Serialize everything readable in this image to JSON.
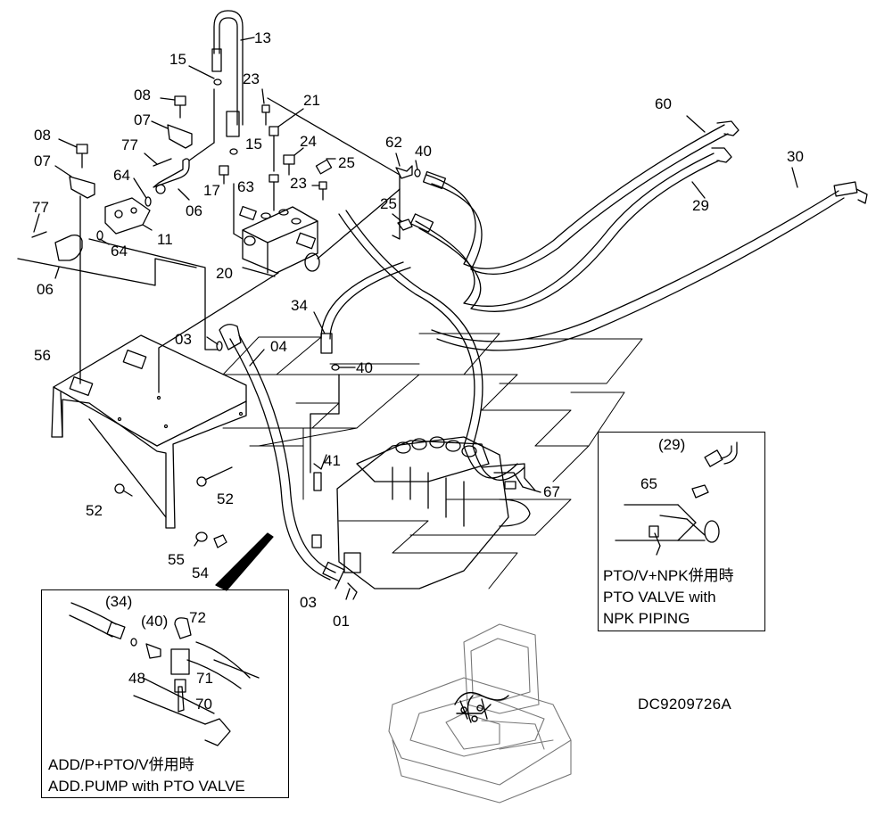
{
  "drawing_code": "DC9209726A",
  "callouts": [
    {
      "id": "c13",
      "text": "13"
    },
    {
      "id": "c15a",
      "text": "15"
    },
    {
      "id": "c08a",
      "text": "08"
    },
    {
      "id": "c07a",
      "text": "07"
    },
    {
      "id": "c08b",
      "text": "08"
    },
    {
      "id": "c07b",
      "text": "07"
    },
    {
      "id": "c77a",
      "text": "77"
    },
    {
      "id": "c77b",
      "text": "77"
    },
    {
      "id": "c64a",
      "text": "64"
    },
    {
      "id": "c64b",
      "text": "64"
    },
    {
      "id": "c06a",
      "text": "06"
    },
    {
      "id": "c06b",
      "text": "06"
    },
    {
      "id": "c11",
      "text": "11"
    },
    {
      "id": "c23a",
      "text": "23"
    },
    {
      "id": "c21",
      "text": "21"
    },
    {
      "id": "c15b",
      "text": "15"
    },
    {
      "id": "c17",
      "text": "17"
    },
    {
      "id": "c24",
      "text": "24"
    },
    {
      "id": "c63",
      "text": "63"
    },
    {
      "id": "c23b",
      "text": "23"
    },
    {
      "id": "c25a",
      "text": "25"
    },
    {
      "id": "c25b",
      "text": "25"
    },
    {
      "id": "c62",
      "text": "62"
    },
    {
      "id": "c40a",
      "text": "40"
    },
    {
      "id": "c20",
      "text": "20"
    },
    {
      "id": "c60",
      "text": "60"
    },
    {
      "id": "c29",
      "text": "29"
    },
    {
      "id": "c30",
      "text": "30"
    },
    {
      "id": "c34",
      "text": "34"
    },
    {
      "id": "c03a",
      "text": "03"
    },
    {
      "id": "c04",
      "text": "04"
    },
    {
      "id": "c40b",
      "text": "40"
    },
    {
      "id": "c56",
      "text": "56"
    },
    {
      "id": "c41",
      "text": "41"
    },
    {
      "id": "c52a",
      "text": "52"
    },
    {
      "id": "c52b",
      "text": "52"
    },
    {
      "id": "c55",
      "text": "55"
    },
    {
      "id": "c54",
      "text": "54"
    },
    {
      "id": "c03b",
      "text": "03"
    },
    {
      "id": "c01",
      "text": "01"
    },
    {
      "id": "c67",
      "text": "67"
    }
  ],
  "inset_pto": {
    "callouts": [
      "(29)",
      "65"
    ],
    "notes": [
      "PTO/V+NPK併用時",
      "PTO VALVE with",
      "NPK PIPING"
    ]
  },
  "inset_add": {
    "callouts": [
      "(34)",
      "(40)",
      "72",
      "48",
      "71",
      "70"
    ],
    "notes": [
      "ADD/P+PTO/V併用時",
      "ADD.PUMP with PTO VALVE"
    ]
  }
}
